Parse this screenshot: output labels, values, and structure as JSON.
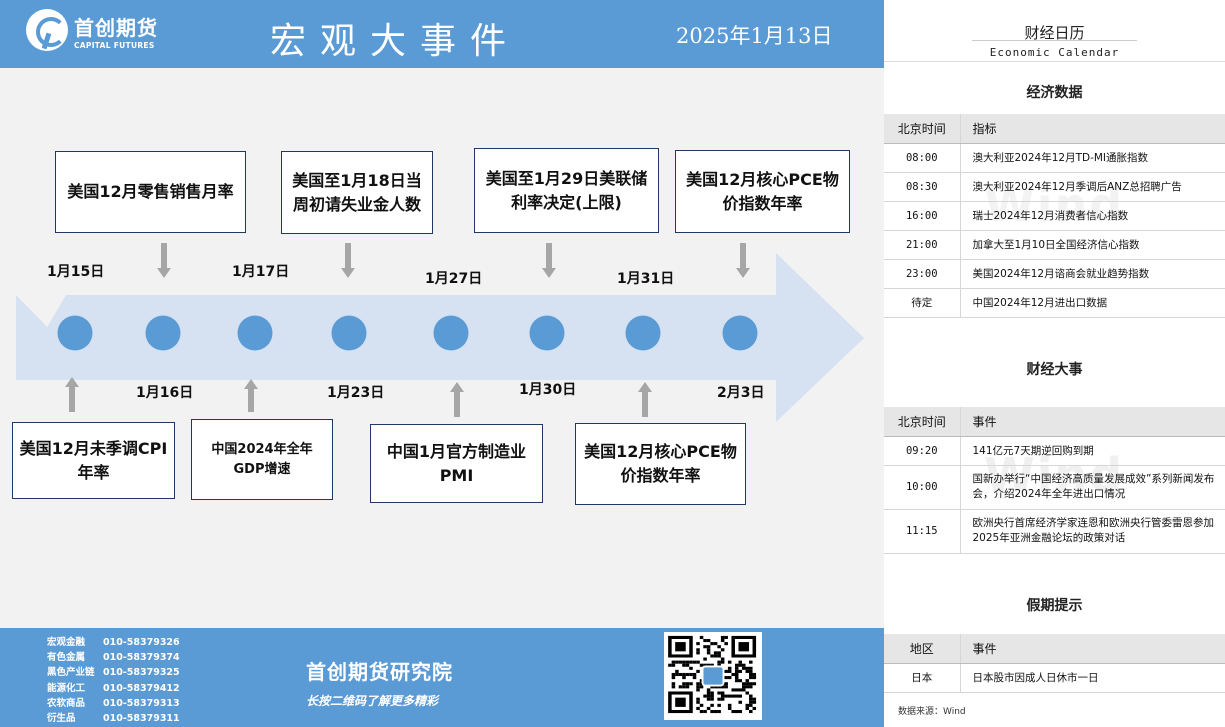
{
  "header": {
    "logo_cn": "首创期货",
    "logo_en": "CAPITAL FUTURES",
    "title": "宏观大事件",
    "date": "2025年1月13日"
  },
  "timeline": {
    "top_events": [
      {
        "text": "美国12月零售销售月率"
      },
      {
        "text": "美国至1月18日当周初请失业金人数"
      },
      {
        "text": "美国至1月29日美联储利率决定(上限)"
      },
      {
        "text": "美国12月核心PCE物价指数年率"
      }
    ],
    "bottom_events": [
      {
        "text": "美国12月未季调CPI年率"
      },
      {
        "text": "中国2024年全年GDP增速"
      },
      {
        "text": "中国1月官方制造业PMI"
      },
      {
        "text": "美国12月核心PCE物价指数年率"
      }
    ],
    "top_dates": [
      "1月15日",
      "1月17日",
      "1月27日",
      "1月31日"
    ],
    "bottom_dates": [
      "1月16日",
      "1月23日",
      "1月30日",
      "2月3日"
    ],
    "colors": {
      "arrow": "#d6e2f2",
      "dot": "#5b9bd5",
      "pointer": "#a6a6a6",
      "box_border": "#1f3864"
    }
  },
  "footer": {
    "contacts": [
      {
        "name": "宏观金融",
        "phone": "010-58379326"
      },
      {
        "name": "有色金属",
        "phone": "010-58379374"
      },
      {
        "name": "黑色产业链",
        "phone": "010-58379325"
      },
      {
        "name": "能源化工",
        "phone": "010-58379412"
      },
      {
        "name": "农软商品",
        "phone": "010-58379313"
      },
      {
        "name": "衍生品",
        "phone": "010-58379311"
      }
    ],
    "institute": "首创期货研究院",
    "slogan": "长按二维码了解更多精彩"
  },
  "calendar": {
    "title_cn": "财经日历",
    "title_en": "Economic Calendar",
    "watermark": "Wind",
    "econ": {
      "title": "经济数据",
      "col_time": "北京时间",
      "col_item": "指标",
      "rows": [
        {
          "time": "08:00",
          "item": "澳大利亚2024年12月TD-MI通胀指数"
        },
        {
          "time": "08:30",
          "item": "澳大利亚2024年12月季调后ANZ总招聘广告"
        },
        {
          "time": "16:00",
          "item": "瑞士2024年12月消费者信心指数"
        },
        {
          "time": "21:00",
          "item": "加拿大至1月10日全国经济信心指数"
        },
        {
          "time": "23:00",
          "item": "美国2024年12月谘商会就业趋势指数"
        },
        {
          "time": "待定",
          "item": "中国2024年12月进出口数据"
        }
      ]
    },
    "events": {
      "title": "财经大事",
      "col_time": "北京时间",
      "col_item": "事件",
      "rows": [
        {
          "time": "09:20",
          "item": "141亿元7天期逆回购到期"
        },
        {
          "time": "10:00",
          "item": "国新办举行“中国经济高质量发展成效”系列新闻发布会，介绍2024年全年进出口情况"
        },
        {
          "time": "11:15",
          "item": "欧洲央行首席经济学家连恩和欧洲央行管委雷恩参加2025年亚洲金融论坛的政策对话"
        }
      ]
    },
    "holiday": {
      "title": "假期提示",
      "col_region": "地区",
      "col_item": "事件",
      "rows": [
        {
          "region": "日本",
          "item": "日本股市因成人日休市一日"
        }
      ]
    },
    "source": "数据来源：Wind"
  }
}
